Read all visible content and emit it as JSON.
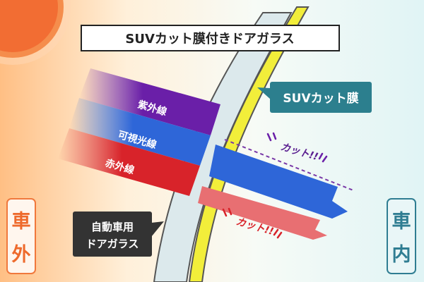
{
  "title": "SUVカット膜付きドアガラス",
  "film_label": "SUVカット膜",
  "glass_label": [
    "自動車用",
    "ドアガラス"
  ],
  "outside_label": [
    "車",
    "外"
  ],
  "inside_label": [
    "車",
    "内"
  ],
  "rays": [
    {
      "label": "紫外線",
      "color": "#6a1fa8"
    },
    {
      "label": "可視光線",
      "color": "#2e66d8"
    },
    {
      "label": "赤外線",
      "color": "#d8232a"
    }
  ],
  "cut_labels": [
    "カット!!",
    "カット!!"
  ],
  "colors": {
    "outside_accent": "#f0783c",
    "inside_accent": "#2f7d92",
    "film": "#f2ee3a",
    "glass": "#dce9ec",
    "callout_teal": "#2c7f8e",
    "callout_dark": "#333333"
  }
}
